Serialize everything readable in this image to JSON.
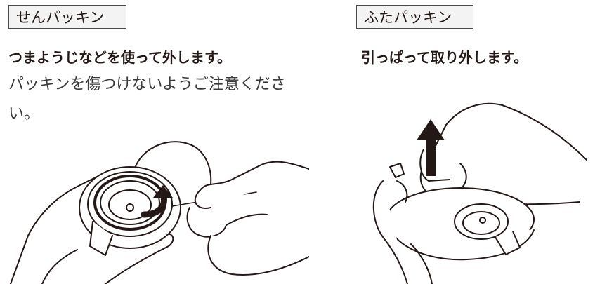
{
  "left": {
    "tag": "せんパッキン",
    "heading": "つまようじなどを使って外します。",
    "note": "パッキンを傷つけないようご注意ください。"
  },
  "right": {
    "tag": "ふたパッキン",
    "heading": "引っぱって取り外します。"
  },
  "colors": {
    "text": "#231815",
    "tag_bg": "#f3f3f3",
    "arrow": "#231815"
  }
}
